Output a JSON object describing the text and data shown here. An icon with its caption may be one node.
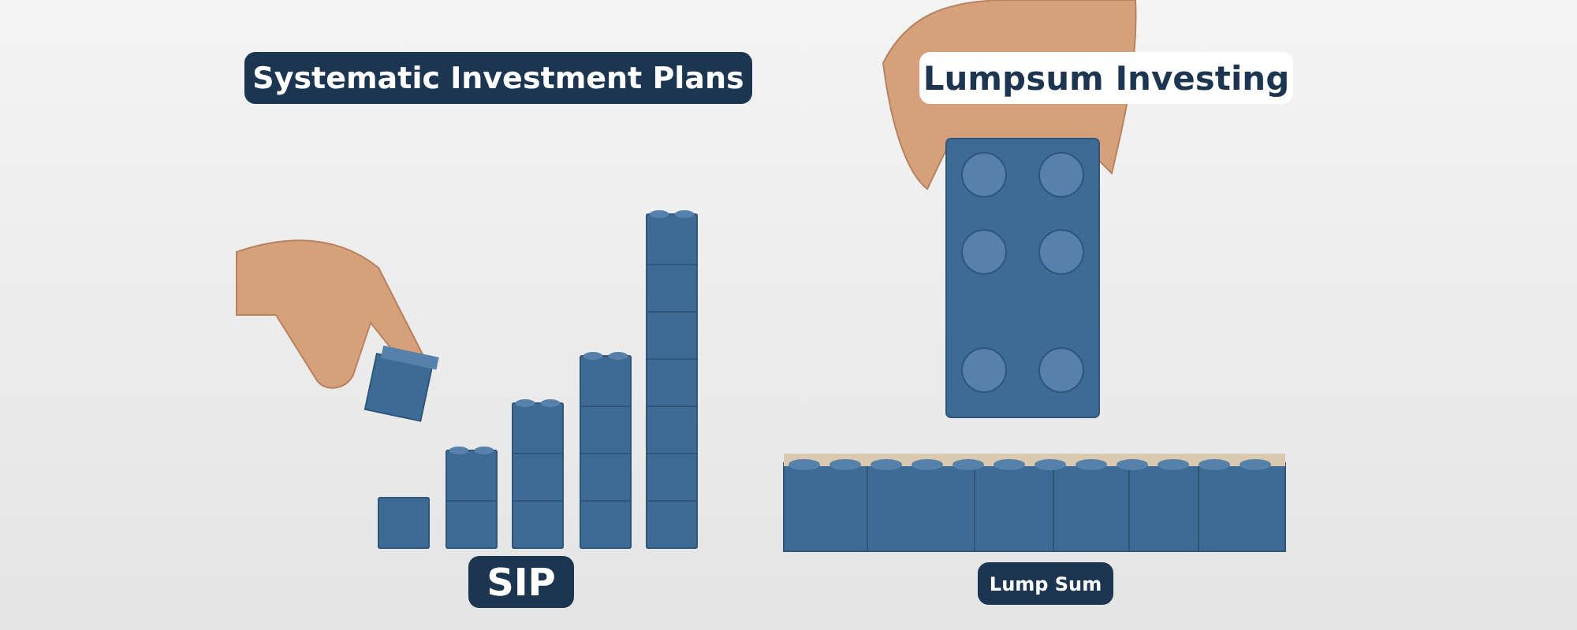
{
  "diagram": {
    "nodes": [
      {
        "text": [
          "Systematic Investment Plans"
        ]
      },
      {
        "text": [
          "Lumpsum Investing"
        ]
      },
      {
        "text": [
          "SIP"
        ]
      },
      {
        "text": [
          "Lump Sum"
        ]
      }
    ]
  }
}
